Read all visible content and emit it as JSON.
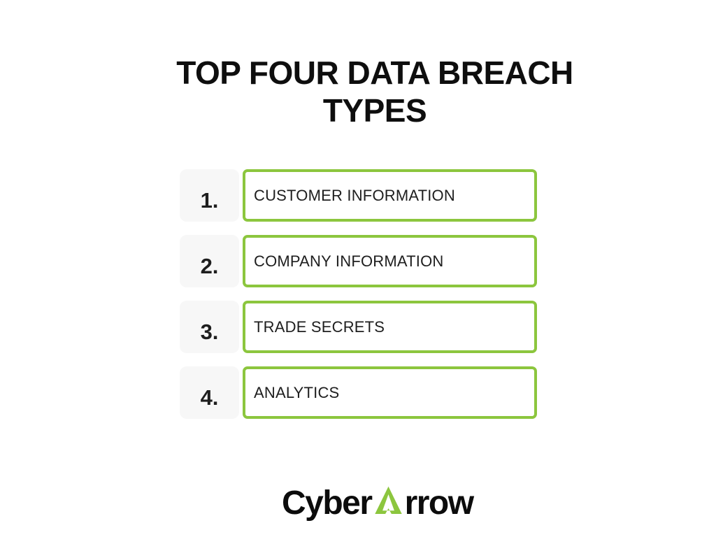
{
  "header": {
    "title_lines": [
      "TOP FOUR DATA BREACH",
      "TYPES"
    ]
  },
  "list": {
    "items": [
      {
        "number": "1.",
        "label": "CUSTOMER INFORMATION"
      },
      {
        "number": "2.",
        "label": "COMPANY INFORMATION"
      },
      {
        "number": "3.",
        "label": "TRADE SECRETS"
      },
      {
        "number": "4.",
        "label": "ANALYTICS"
      }
    ]
  },
  "logo": {
    "text_before": "Cyber",
    "text_after": "rrow",
    "arrow_icon": "up-arrow-triangle-icon"
  },
  "theme": {
    "accent_green": "#8CC63E",
    "number_panel_bg": "#F7F7F7",
    "text_color": "#1E1E1E",
    "title_color": "#0E0E0E",
    "logo_black": "#0C0C0C",
    "background": "#FFFFFF"
  }
}
